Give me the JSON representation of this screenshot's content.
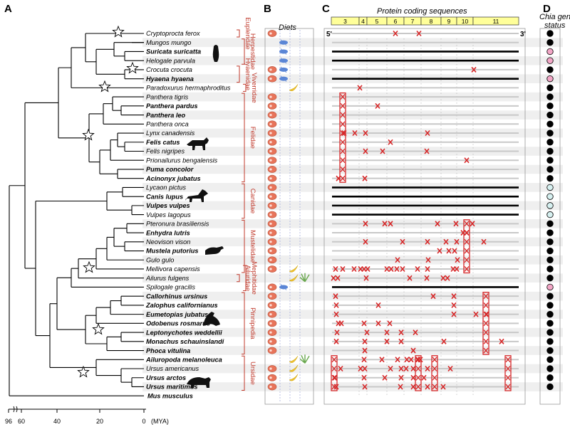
{
  "panels": {
    "a": "A",
    "b": "B",
    "c": "C",
    "d": "D"
  },
  "diets_title": "Diets",
  "protein_title": "Protein coding sequences",
  "chia_title_line1": "Chia gene",
  "chia_title_line2": "status",
  "five_prime": "5'",
  "three_prime": "3'",
  "exon_labels": [
    "3",
    "4",
    "5",
    "6",
    "7",
    "8",
    "9",
    "10",
    "11"
  ],
  "axis": {
    "ticks": [
      "96",
      "60",
      "40",
      "20",
      "0"
    ],
    "unit": "(MYA)"
  },
  "families": [
    "Herpestidae",
    "Eupleridae",
    "Hyaenidae",
    "Viverridae",
    "Felidae",
    "Canidae",
    "Mustelidae",
    "Ailuridae",
    "Mephitidae",
    "Pinnipedia",
    "Ursidae"
  ],
  "species": [
    {
      "name": "Cryptoprocta ferox",
      "bold": false,
      "diet": [
        "meat"
      ],
      "status": "black"
    },
    {
      "name": "Mungos mungo",
      "bold": false,
      "diet": [
        "insect"
      ],
      "status": "black"
    },
    {
      "name": "Suricata suricatta",
      "bold": true,
      "diet": [
        "insect"
      ],
      "status": "pink"
    },
    {
      "name": "Helogale parvula",
      "bold": false,
      "diet": [
        "insect"
      ],
      "status": "pink"
    },
    {
      "name": "Crocuta crocuta",
      "bold": false,
      "diet": [
        "meat",
        "insect"
      ],
      "status": "black"
    },
    {
      "name": "Hyaena hyaena",
      "bold": true,
      "diet": [
        "meat",
        "insect"
      ],
      "status": "pink"
    },
    {
      "name": "Paradoxurus hermaphroditus",
      "bold": false,
      "small": true,
      "diet": [
        "fruit"
      ],
      "status": "black"
    },
    {
      "name": "Panthera tigris",
      "bold": false,
      "diet": [
        "meat"
      ],
      "status": "black"
    },
    {
      "name": "Panthera pardus",
      "bold": true,
      "diet": [
        "meat"
      ],
      "status": "black"
    },
    {
      "name": "Panthera leo",
      "bold": true,
      "diet": [
        "meat"
      ],
      "status": "black"
    },
    {
      "name": "Panthera onca",
      "bold": false,
      "diet": [
        "meat"
      ],
      "status": "black"
    },
    {
      "name": "Lynx canadensis",
      "bold": false,
      "diet": [
        "meat"
      ],
      "status": "black"
    },
    {
      "name": "Felis catus",
      "bold": true,
      "diet": [
        "meat"
      ],
      "status": "black"
    },
    {
      "name": "Felis nigripes",
      "bold": false,
      "diet": [
        "meat"
      ],
      "status": "black"
    },
    {
      "name": "Prionailurus bengalensis",
      "bold": false,
      "diet": [
        "meat"
      ],
      "status": "black"
    },
    {
      "name": "Puma concolor",
      "bold": true,
      "diet": [
        "meat"
      ],
      "status": "black"
    },
    {
      "name": "Acinonyx jubatus",
      "bold": true,
      "diet": [
        "meat"
      ],
      "status": "black"
    },
    {
      "name": "Lycaon pictus",
      "bold": false,
      "diet": [
        "meat"
      ],
      "status": "open"
    },
    {
      "name": "Canis lupus",
      "bold": true,
      "diet": [
        "meat"
      ],
      "status": "open"
    },
    {
      "name": "Vulpes vulpes",
      "bold": true,
      "diet": [
        "meat"
      ],
      "status": "open"
    },
    {
      "name": "Vulpes lagopus",
      "bold": false,
      "diet": [
        "meat"
      ],
      "status": "open"
    },
    {
      "name": "Pteronura brasiliensis",
      "bold": false,
      "diet": [
        "meat"
      ],
      "status": "black"
    },
    {
      "name": "Enhydra lutris",
      "bold": true,
      "diet": [
        "meat"
      ],
      "status": "black"
    },
    {
      "name": "Neovison vison",
      "bold": false,
      "diet": [
        "meat"
      ],
      "status": "black"
    },
    {
      "name": "Mustela putorius",
      "bold": true,
      "diet": [
        "meat"
      ],
      "status": "black"
    },
    {
      "name": "Gulo gulo",
      "bold": false,
      "diet": [
        "meat"
      ],
      "status": "black"
    },
    {
      "name": "Mellivora capensis",
      "bold": false,
      "diet": [
        "meat",
        "fruit"
      ],
      "status": "black"
    },
    {
      "name": "Ailurus fulgens",
      "bold": false,
      "diet": [
        "fruit",
        "plant"
      ],
      "status": "black"
    },
    {
      "name": "Spilogale gracilis",
      "bold": false,
      "diet": [
        "meat",
        "insect"
      ],
      "status": "pink"
    },
    {
      "name": "Callorhinus ursinus",
      "bold": true,
      "diet": [
        "meat"
      ],
      "status": "black"
    },
    {
      "name": "Zalophus californianus",
      "bold": true,
      "diet": [
        "meat"
      ],
      "status": "black"
    },
    {
      "name": "Eumetopias jubatus",
      "bold": true,
      "diet": [
        "meat"
      ],
      "status": "black"
    },
    {
      "name": "Odobenus rosmarus",
      "bold": true,
      "diet": [
        "meat"
      ],
      "status": "black"
    },
    {
      "name": "Leptonychotes weddellii",
      "bold": true,
      "diet": [
        "meat"
      ],
      "status": "black"
    },
    {
      "name": "Monachus schauinslandi",
      "bold": true,
      "diet": [
        "meat"
      ],
      "status": "black"
    },
    {
      "name": "Phoca vitulina",
      "bold": true,
      "diet": [
        "meat"
      ],
      "status": "black"
    },
    {
      "name": "Ailuropoda melanoleuca",
      "bold": true,
      "diet": [
        "fruit",
        "plant"
      ],
      "status": "black"
    },
    {
      "name": "Ursus americanus",
      "bold": false,
      "diet": [
        "meat",
        "fruit"
      ],
      "status": "black"
    },
    {
      "name": "Ursus arctos",
      "bold": true,
      "diet": [
        "meat",
        "fruit"
      ],
      "status": "black"
    },
    {
      "name": "Ursus maritimus",
      "bold": true,
      "diet": [
        "meat"
      ],
      "status": "black"
    },
    {
      "name": "Mus musculus",
      "bold": true,
      "diet": [],
      "status": "none"
    }
  ],
  "colors": {
    "family_label": "#c0392b",
    "meat": "#e8745a",
    "insect": "#5b86d6",
    "fruit": "#f1c232",
    "plant": "#6aa84f",
    "mutation": "#d62728",
    "status_pink": "#f2a6c6",
    "status_open": "#d6f0f0",
    "exon_bar": "#ffff99"
  }
}
